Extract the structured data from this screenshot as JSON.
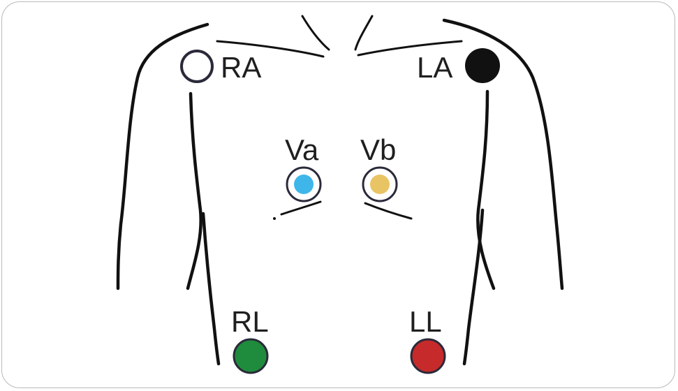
{
  "diagram": {
    "colors": {
      "outline": "#111111",
      "frame_border": "#b9b9b9",
      "electrode_ring": "#2a2a3a"
    },
    "electrodes": [
      {
        "id": "RA",
        "label": "RA",
        "fill": "#ffffff",
        "style": "hollow"
      },
      {
        "id": "LA",
        "label": "LA",
        "fill": "#111111",
        "style": "solid"
      },
      {
        "id": "Va",
        "label": "Va",
        "fill": "#3eb6ea",
        "style": "ringed"
      },
      {
        "id": "Vb",
        "label": "Vb",
        "fill": "#e9c465",
        "style": "ringed"
      },
      {
        "id": "RL",
        "label": "RL",
        "fill": "#1e8c3c",
        "style": "solid"
      },
      {
        "id": "LL",
        "label": "LL",
        "fill": "#c62a2a",
        "style": "solid"
      }
    ]
  }
}
